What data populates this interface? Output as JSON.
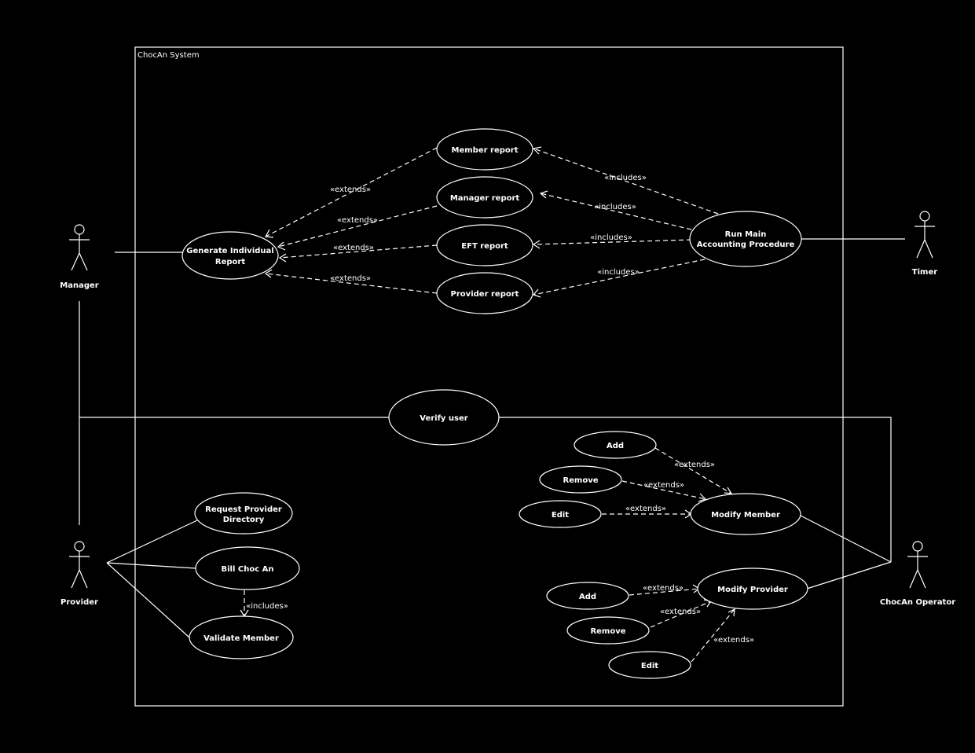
{
  "colors": {
    "background": "#000000",
    "foreground": "#ffffff"
  },
  "system": {
    "label": "ChocAn System"
  },
  "actors": {
    "manager": "Manager",
    "timer": "Timer",
    "provider": "Provider",
    "operator": "ChocAn Operator"
  },
  "use_cases": {
    "member_report": "Member report",
    "manager_report": "Manager report",
    "eft_report": "EFT report",
    "provider_report": "Provider report",
    "gen_report_1": "Generate Individual",
    "gen_report_2": "Report",
    "run_main_1": "Run Main",
    "run_main_2": "Accounting Procedure",
    "verify_user": "Verify user",
    "req_dir_1": "Request Provider",
    "req_dir_2": "Directory",
    "bill": "Bill Choc An",
    "validate": "Validate Member",
    "mm_add": "Add",
    "mm_remove": "Remove",
    "mm_edit": "Edit",
    "modify_member": "Modify Member",
    "mp_add": "Add",
    "mp_remove": "Remove",
    "mp_edit": "Edit",
    "modify_provider": "Modify Provider"
  },
  "relations": {
    "extends": "«extends»",
    "includes": "«includes»"
  }
}
